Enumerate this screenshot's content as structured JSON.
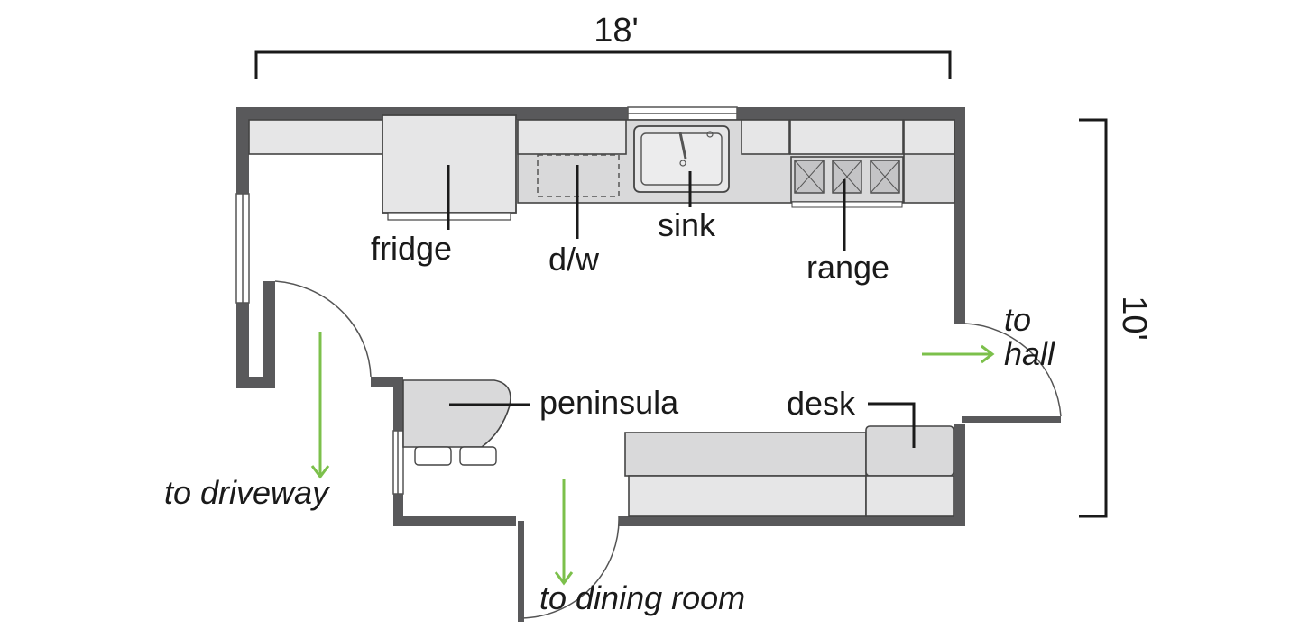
{
  "dimensions": {
    "width": "18'",
    "height": "10'"
  },
  "labels": {
    "fridge": "fridge",
    "dishwasher": "d/w",
    "sink": "sink",
    "range": "range",
    "peninsula": "peninsula",
    "desk": "desk",
    "to_hall_line1": "to",
    "to_hall_line2": "hall",
    "to_driveway": "to driveway",
    "to_dining_room": "to dining room"
  },
  "colors": {
    "wall": "#59595b",
    "cabinet": "#d9d9da",
    "arrow": "#7cc04b",
    "text": "#1a1a1a"
  }
}
